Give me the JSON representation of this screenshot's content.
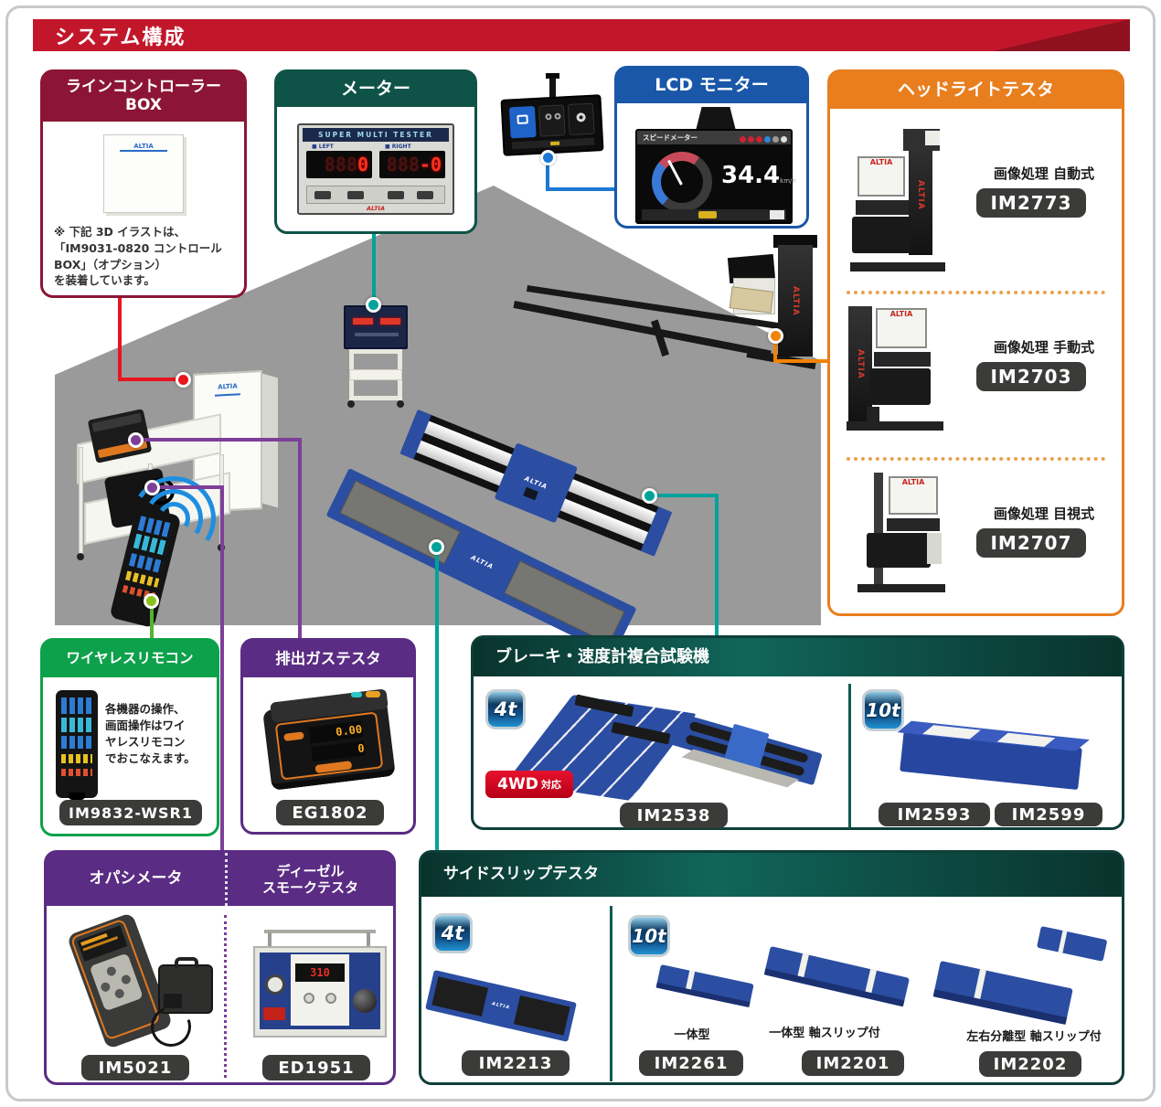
{
  "page": {
    "title": "システム構成"
  },
  "brand": "ALTIA",
  "colors": {
    "banner": "#C2172B",
    "line_controller": "#8C1535",
    "meter_green": "#0F5348",
    "lcd_blue": "#1A57A8",
    "headlight_orange": "#E87E1E",
    "wireless_green": "#0EA14B",
    "purple": "#5B2C83",
    "dark_teal": "#0E3F38",
    "code_badge": "#3B3B39",
    "wd_red": "#D6001C",
    "connector_teal": "#00A29A",
    "connector_purple": "#7D3F98",
    "connector_red": "#E8141E",
    "connector_orange": "#F08300",
    "connector_blue": "#1C78D4",
    "connector_green": "#55B431"
  },
  "line_controller": {
    "title_line1": "ラインコントローラー",
    "title_line2": "BOX",
    "note_lines": [
      "※ 下記 3D イラストは、",
      "「IM9031-0820 コントロール",
      "BOX」（オプション）",
      "を装着しています。"
    ]
  },
  "meter": {
    "title": "メーター",
    "device_title": "SUPER MULTI TESTER",
    "left_label": "LEFT",
    "right_label": "RIGHT",
    "ghost_digits": "888",
    "left_value": "0",
    "right_value": "-0"
  },
  "lcd": {
    "title": "LCD モニター",
    "screen_title": "スピードメーター",
    "speed_value": "34.4",
    "speed_unit": "km/h"
  },
  "headlight": {
    "title": "ヘッドライトテスタ",
    "items": [
      {
        "label": "画像処理 自動式",
        "code": "IM2773"
      },
      {
        "label": "画像処理 手動式",
        "code": "IM2703"
      },
      {
        "label": "画像処理 目視式",
        "code": "IM2707"
      }
    ]
  },
  "wireless": {
    "title": "ワイヤレスリモコン",
    "desc_lines": [
      "各機器の操作、",
      "画面操作はワイ",
      "ヤレスリモコン",
      "でおこなえます。"
    ],
    "code": "IM9832-WSR1"
  },
  "exhaust": {
    "title": "排出ガステスタ",
    "code": "EG1802",
    "display1": "0.00",
    "display2": "0"
  },
  "brake": {
    "title": "ブレーキ・速度計複合試験機",
    "badge_4t": "4t",
    "badge_10t": "10t",
    "badge_4wd_main": "4WD",
    "badge_4wd_sub": "対応",
    "code_4t": "IM2538",
    "codes_10t": [
      "IM2593",
      "IM2599"
    ]
  },
  "opacimeter": {
    "title": "オパシメータ",
    "code": "IM5021"
  },
  "diesel": {
    "title_line1": "ディーゼル",
    "title_line2": "スモークテスタ",
    "code": "ED1951",
    "display": "310"
  },
  "sideslip": {
    "title": "サイドスリップテスタ",
    "badge_4t": "4t",
    "badge_10t": "10t",
    "items": [
      {
        "label": "",
        "code": "IM2213"
      },
      {
        "label": "一体型",
        "code": "IM2261"
      },
      {
        "label": "一体型 軸スリップ付",
        "code": "IM2201"
      },
      {
        "label": "左右分離型 軸スリップ付",
        "code": "IM2202"
      }
    ]
  }
}
